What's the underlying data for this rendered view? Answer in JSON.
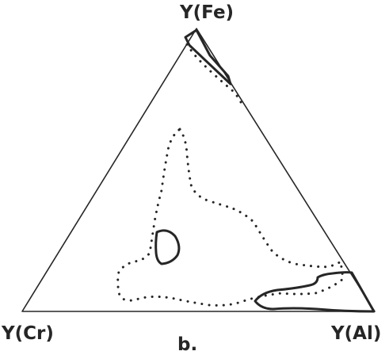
{
  "diagram": {
    "type": "ternary",
    "vertices": {
      "top": "Y(Fe)",
      "left": "Y(Cr)",
      "right": "Y(Al)"
    },
    "panel_label": "b.",
    "colors": {
      "ink": "#262626",
      "background": "#ffffff"
    }
  }
}
